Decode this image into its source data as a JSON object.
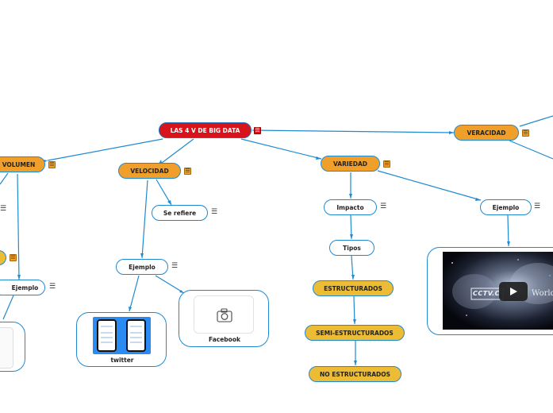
{
  "colors": {
    "root": "#d7141b",
    "main_topic": "#f0a02a",
    "subtopic_yellow": "#ecbc35",
    "connector": "#1f8ad0"
  },
  "root": {
    "label": "LAS 4 V DE BIG DATA"
  },
  "volumen": {
    "label": "VOLUMEN",
    "ejemplo": "Ejemplo"
  },
  "velocidad": {
    "label": "VELOCIDAD",
    "se_refiere": "Se refiere",
    "ejemplo": "Ejemplo",
    "twitter": "twitter",
    "facebook": "Facebook"
  },
  "variedad": {
    "label": "VARIEDAD",
    "impacto": "Impacto",
    "tipos": "Tipos",
    "estructurados": "ESTRUCTURADOS",
    "semi": "SEMI-ESTRUCTURADOS",
    "no_estructurados": "NO ESTRUCTURADOS",
    "ejemplo": "Ejemplo"
  },
  "veracidad": {
    "label": "VERACIDAD"
  },
  "video": {
    "logo_text": "CCTV.C",
    "world_text": "World"
  },
  "icons": {
    "note": "notes-icon",
    "camera": "camera-icon",
    "play": "play-icon"
  }
}
